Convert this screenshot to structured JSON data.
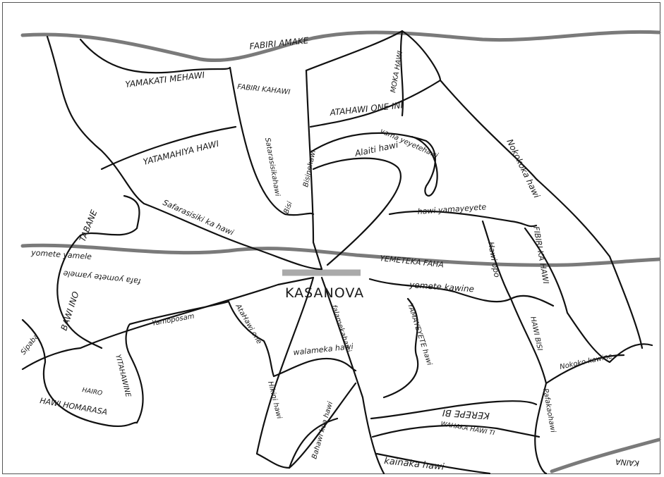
{
  "map": {
    "colors": {
      "boundary": "#111111",
      "river": "#7a7a7a",
      "road": "#aaaaaa",
      "background": "#ffffff"
    },
    "labels": {
      "fabiri_amake": "FABIRI AMAKE",
      "yamakati_mehawi": "YAMAKATI MEHAWI",
      "fabiri_kahawi": "FABIRI KAHAWI",
      "mokahawi": "MOKA HAWI",
      "atahawi_one_ini": "ATAHAWI ONE INI",
      "vama_yeyetehawi": "vama yeyetehawi",
      "alaiti_hawi": "Alaiti hawi",
      "bisinehawi": "Bisinehawi",
      "yatamahiya_hawi": "YATAMAHIYA HAWI",
      "safarasisiki_kahawi": "Safarasisiki ka hawi",
      "satarasisiki_hawi": "Satarasisikahawi",
      "bisi": "Bisi",
      "nokoko_ka_hawi": "Nokokoka hawi",
      "hawi_yama_yeyete": "hawi yamayeyete",
      "fibiri_kahawi": "FIBIRI KA HAWI",
      "hawi_opo": "Hawi opo",
      "tabane": "TABANE",
      "yomete_yamele": "yomete yamele",
      "fafa_yomete": "fafa yomete yamele",
      "bawi_ino": "BAWI INO",
      "yemeteka_faha": "YEMETEKA FAHA",
      "kasanova": "KASANOVA",
      "yemete_kawine": "yemete kawine",
      "atahawi_one": "AtaHawi one",
      "yamoposam": "Yamoposam",
      "falamekahawi": "falamekahawi",
      "walameka_hawi": "walameka hawi",
      "yamayeyete": "YAMAYEYETE hawi",
      "hawi_bisi": "HAWI BISI",
      "nokoko_kawine": "Nokoko kawine",
      "sipaba": "Sipaba",
      "yitahawine": "YITAHAWINE",
      "hawi_homarasa": "HAWI HOMARASA",
      "hairo": "HAIRO",
      "hikinihawi": "Hikini hawi",
      "bahawi": "Bahawi koa hawi",
      "kerepe_bi": "KEREPE BI",
      "wahaka_hawi": "WAHAKA HAWI TI",
      "pafakaohawi": "Pafakaohawi",
      "kainaka_hawi": "kainaka hawi",
      "kaina": "KAINA"
    }
  }
}
